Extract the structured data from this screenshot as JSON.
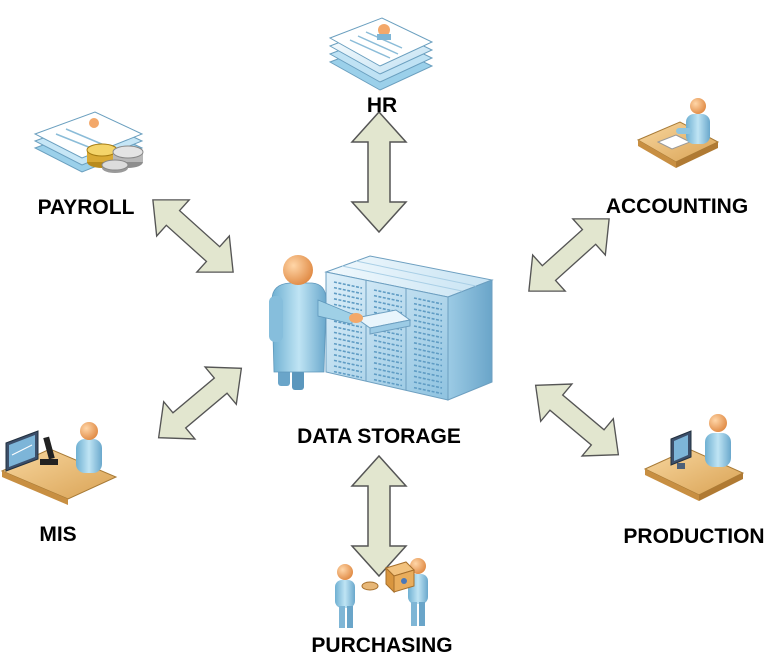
{
  "diagram": {
    "center": {
      "label": "DATA STORAGE"
    },
    "nodes": [
      {
        "id": "hr",
        "label": "HR",
        "icon": "documents-stack-icon"
      },
      {
        "id": "payroll",
        "label": "PAYROLL",
        "icon": "documents-coins-icon"
      },
      {
        "id": "accounting",
        "label": "ACCOUNTING",
        "icon": "person-at-desk-icon"
      },
      {
        "id": "mis",
        "label": "MIS",
        "icon": "workstation-microscope-icon"
      },
      {
        "id": "production",
        "label": "PRODUCTION",
        "icon": "person-at-computer-icon"
      },
      {
        "id": "purchasing",
        "label": "PURCHASING",
        "icon": "package-handoff-icon"
      }
    ]
  },
  "colors": {
    "arrow_fill": "#e2e6cf",
    "arrow_stroke": "#555555",
    "person_skin": "#f3a86a",
    "person_suit": "#9fd0e6",
    "rack_face": "#c9e2f2",
    "desk": "#f0c27e"
  }
}
